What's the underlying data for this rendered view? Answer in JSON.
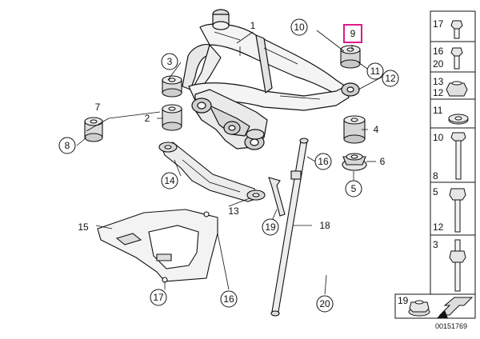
{
  "diagram": {
    "callouts": [
      {
        "id": "1",
        "label": "1"
      },
      {
        "id": "2",
        "label": "2"
      },
      {
        "id": "3",
        "label": "3"
      },
      {
        "id": "4",
        "label": "4"
      },
      {
        "id": "5",
        "label": "5"
      },
      {
        "id": "6",
        "label": "6"
      },
      {
        "id": "7",
        "label": "7"
      },
      {
        "id": "8",
        "label": "8"
      },
      {
        "id": "9",
        "label": "9",
        "highlighted": true
      },
      {
        "id": "10",
        "label": "10"
      },
      {
        "id": "11",
        "label": "11"
      },
      {
        "id": "12",
        "label": "12"
      },
      {
        "id": "13",
        "label": "13"
      },
      {
        "id": "14",
        "label": "14"
      },
      {
        "id": "15",
        "label": "15"
      },
      {
        "id": "16a",
        "label": "16"
      },
      {
        "id": "16b",
        "label": "16"
      },
      {
        "id": "17",
        "label": "17"
      },
      {
        "id": "18",
        "label": "18"
      },
      {
        "id": "19",
        "label": "19"
      },
      {
        "id": "20",
        "label": "20"
      }
    ],
    "highlight_color": "#e0188c"
  },
  "sidebar": {
    "items": [
      {
        "id": "s17",
        "label": "17"
      },
      {
        "id": "s16",
        "label": "16"
      },
      {
        "id": "s20",
        "label": "20"
      },
      {
        "id": "s13",
        "label": "13"
      },
      {
        "id": "s12",
        "label": "12"
      },
      {
        "id": "s11",
        "label": "11"
      },
      {
        "id": "s10",
        "label": "10"
      },
      {
        "id": "s8",
        "label": "8"
      },
      {
        "id": "s5",
        "label": "5"
      },
      {
        "id": "s12b",
        "label": "12"
      },
      {
        "id": "s3",
        "label": "3"
      }
    ],
    "bottom_box_label": "19",
    "doc_number": "00151769"
  }
}
